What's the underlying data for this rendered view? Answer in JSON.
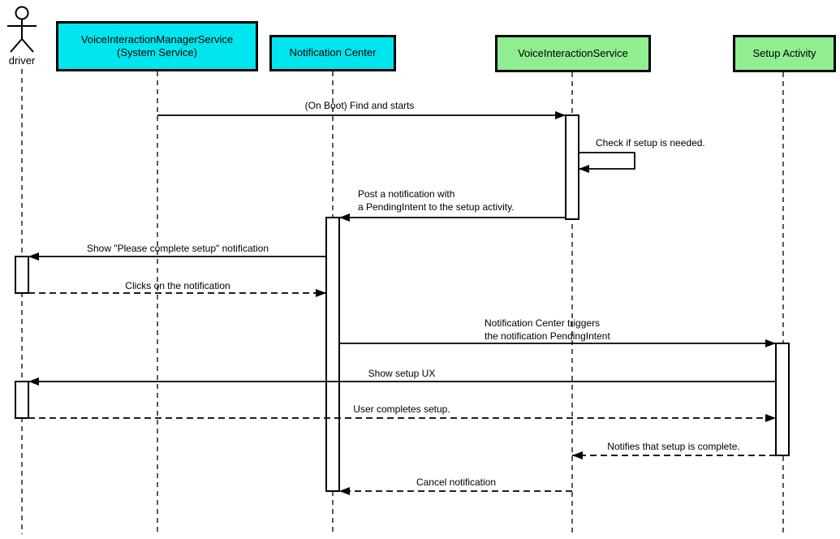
{
  "diagram": {
    "type": "sequence-diagram",
    "background_color": "#FFFFFF",
    "line_color": "#000000"
  },
  "actor": {
    "label": "driver"
  },
  "participants": [
    {
      "id": "driver",
      "label": "driver",
      "kind": "actor",
      "color": null
    },
    {
      "id": "vims",
      "label": "VoiceInteractionManagerService\n(System Service)",
      "kind": "participant",
      "color": "#00E5EE"
    },
    {
      "id": "nc",
      "label": "Notification Center",
      "kind": "participant",
      "color": "#00E5EE"
    },
    {
      "id": "vis",
      "label": "VoiceInteractionService",
      "kind": "participant",
      "color": "#90EE90"
    },
    {
      "id": "sa",
      "label": "Setup Activity",
      "kind": "participant",
      "color": "#90EE90"
    }
  ],
  "messages": [
    {
      "label": "(On Boot) Find and starts",
      "from": "vims",
      "to": "vis",
      "style": "solid"
    },
    {
      "label": "Check if setup is needed.",
      "from": "vis",
      "to": "vis",
      "style": "solid-self"
    },
    {
      "label": "Post a notification with\na PendingIntent to the setup activity.",
      "from": "vis",
      "to": "nc",
      "style": "solid"
    },
    {
      "label": "Show \"Please complete setup\" notification",
      "from": "nc",
      "to": "driver",
      "style": "solid"
    },
    {
      "label": "Clicks on the notification",
      "from": "driver",
      "to": "nc",
      "style": "dashed"
    },
    {
      "label": "Notification Center triggers\nthe notification PendingIntent",
      "from": "nc",
      "to": "sa",
      "style": "solid"
    },
    {
      "label": "Show setup UX",
      "from": "sa",
      "to": "driver",
      "style": "solid"
    },
    {
      "label": "User completes setup.",
      "from": "driver",
      "to": "sa",
      "style": "dashed"
    },
    {
      "label": "Notifies that setup is complete.",
      "from": "sa",
      "to": "vis",
      "style": "dashed"
    },
    {
      "label": "Cancel notification",
      "from": "vis",
      "to": "nc",
      "style": "dashed"
    }
  ],
  "colors": {
    "system_service_fill": "#00E5EE",
    "component_fill": "#90EE90",
    "activation_fill": "#FFFFFF",
    "stroke": "#000000"
  }
}
